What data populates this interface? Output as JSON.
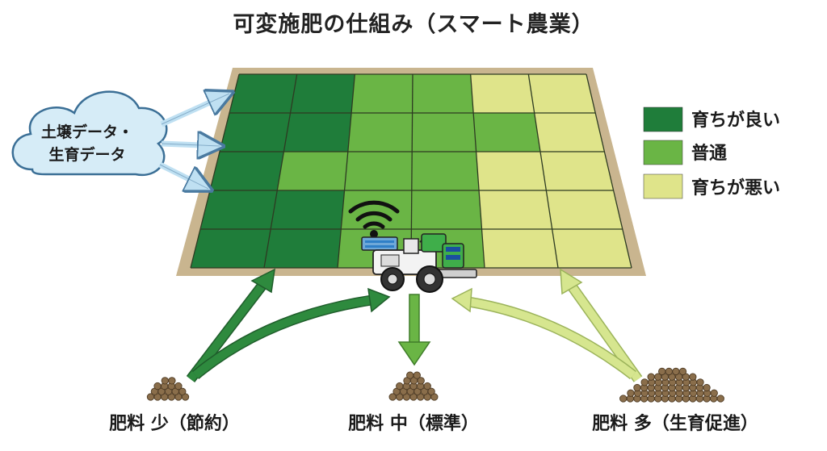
{
  "title": "可変施肥の仕組み（スマート農業）",
  "cloud": {
    "line1": "土壌データ・",
    "line2": "生育データ"
  },
  "legend": [
    {
      "label": "育ちが良い",
      "color": "#1f7d3a"
    },
    {
      "label": "普通",
      "color": "#6ab545"
    },
    {
      "label": "育ちが悪い",
      "color": "#dfe48a"
    }
  ],
  "field": {
    "rows": [
      [
        "good",
        "good",
        "normal",
        "normal",
        "poor",
        "poor"
      ],
      [
        "good",
        "good",
        "normal",
        "normal",
        "normal",
        "poor"
      ],
      [
        "good",
        "normal",
        "normal",
        "normal",
        "poor",
        "poor"
      ],
      [
        "good",
        "good",
        "normal",
        "normal",
        "poor",
        "poor"
      ],
      [
        "good",
        "good",
        "normal",
        "normal",
        "poor",
        "poor"
      ]
    ]
  },
  "fertilizer": [
    {
      "label": "肥料 少（節約）",
      "color": "#2e8a3e"
    },
    {
      "label": "肥料 中（標準）",
      "color": "#6ab545"
    },
    {
      "label": "肥料 多（生育促進）",
      "color": "#d6e68f"
    }
  ],
  "colors": {
    "good": "#1f7d3a",
    "normal": "#6ab545",
    "poor": "#dfe48a",
    "soil": "#c9b58f",
    "cloud": "#d6ecf7"
  }
}
